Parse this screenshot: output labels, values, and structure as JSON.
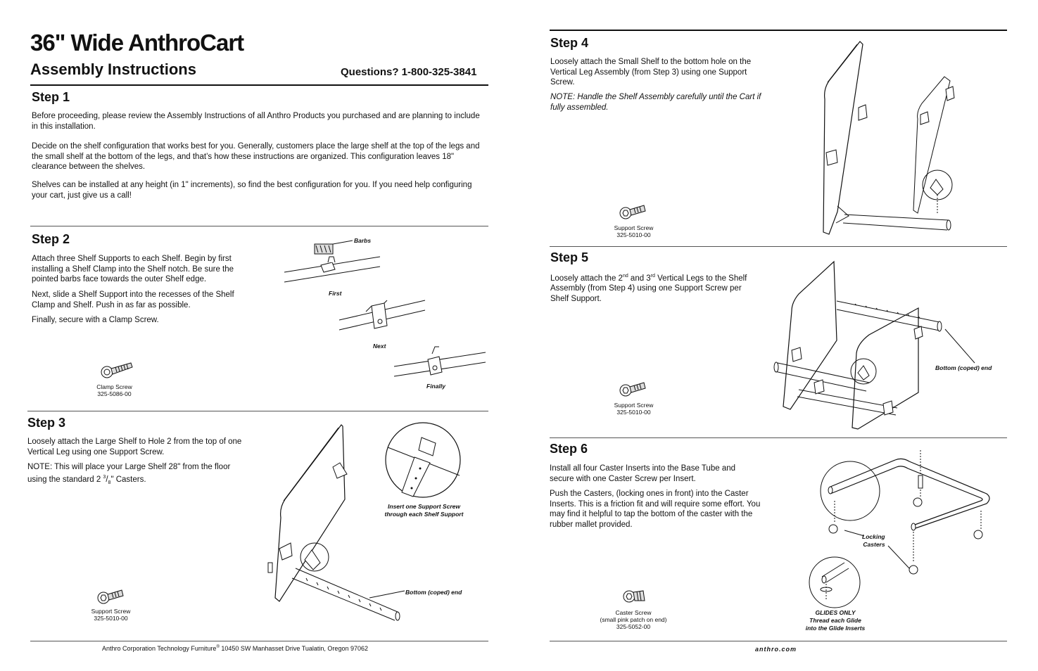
{
  "left_page": {
    "title": "36\" Wide AnthroCart",
    "subtitle": "Assembly Instructions",
    "questions": "Questions? 1-800-325-3841",
    "step1": {
      "heading": "Step 1",
      "p1": "Before proceeding, please review the Assembly Instructions of all Anthro Products you purchased and are planning to include in this installation.",
      "p2": "Decide on the shelf configuration that works best for you. Generally, customers place the large shelf at the top of the legs and the small shelf at the bottom of the legs, and that’s how these instructions are organized. This configuration leaves 18\" clearance between the shelves.",
      "p3": "Shelves can be installed at any height (in 1\" increments), so find the best configuration for you. If you need help configuring your cart, just give us a call!"
    },
    "step2": {
      "heading": "Step 2",
      "p1": "Attach three Shelf Supports to each Shelf.  Begin by first installing a Shelf Clamp into the Shelf notch.  Be sure the pointed barbs face towards the outer Shelf edge.",
      "p2": "Next, slide a Shelf Support into the recesses of the Shelf Clamp and Shelf.  Push in as far as possible.",
      "p3": "Finally, secure with a Clamp Screw.",
      "screw_name": "Clamp Screw",
      "screw_part": "325-5086-00",
      "label_barbs": "Barbs",
      "label_first": "First",
      "label_next": "Next",
      "label_finally": "Finally"
    },
    "step3": {
      "heading": "Step 3",
      "p1": "Loosely attach the Large Shelf to Hole 2 from the top of one Vertical Leg using one Support Screw.",
      "p2_pre": "NOTE: This will place your Large Shelf 28\" from the floor using the standard 2 ",
      "p2_num": "3",
      "p2_den": "8",
      "p2_post": "\" Casters.",
      "callout_line1": "Insert one Support Screw",
      "callout_line2": "through each Shelf Support",
      "label_bottom": "Bottom  (coped) end",
      "screw_name": "Support Screw",
      "screw_part": "325-5010-00"
    },
    "footer": {
      "company": "Anthro Corporation   Technology Furniture",
      "reg": "®",
      "address": "   10450 SW Manhasset Drive  Tualatin, Oregon  97062"
    }
  },
  "right_page": {
    "step4": {
      "heading": "Step 4",
      "p1": "Loosely attach the Small Shelf to the bottom hole on the Vertical Leg Assembly (from Step 3) using one Support Screw.",
      "note": "NOTE: Handle the Shelf Assembly carefully until the Cart if fully assembled.",
      "screw_name": "Support Screw",
      "screw_part": "325-5010-00"
    },
    "step5": {
      "heading": "Step 5",
      "p1_a": "Loosely attach the 2",
      "p1_sup1": "nd",
      "p1_b": " and 3",
      "p1_sup2": "rd",
      "p1_c": " Vertical Legs to the Shelf Assembly (from Step 4) using one Support Screw per Shelf Support.",
      "label_bottom": "Bottom (coped) end",
      "screw_name": "Support Screw",
      "screw_part": "325-5010-00"
    },
    "step6": {
      "heading": "Step 6",
      "p1": "Install all four Caster Inserts into the Base Tube and secure with one Caster Screw per Insert.",
      "p2": "Push the Casters, (locking ones in front) into the Caster Inserts. This is a friction fit and will require some effort. You may find it helpful to tap the bottom of the caster with the rubber mallet provided.",
      "label_locking1": "Locking",
      "label_locking2": "Casters",
      "glides1": "GLIDES ONLY",
      "glides2": "Thread each Glide",
      "glides3": "into the Glide Inserts",
      "screw_name": "Caster Screw",
      "screw_note": "(small pink patch on end)",
      "screw_part": "325-5052-00"
    },
    "footer": {
      "site": "anthro.com"
    }
  },
  "icons": [
    "screw-icon",
    "shelf-clamp-icon",
    "shelf-icon",
    "caster-icon",
    "base-tube-icon"
  ]
}
